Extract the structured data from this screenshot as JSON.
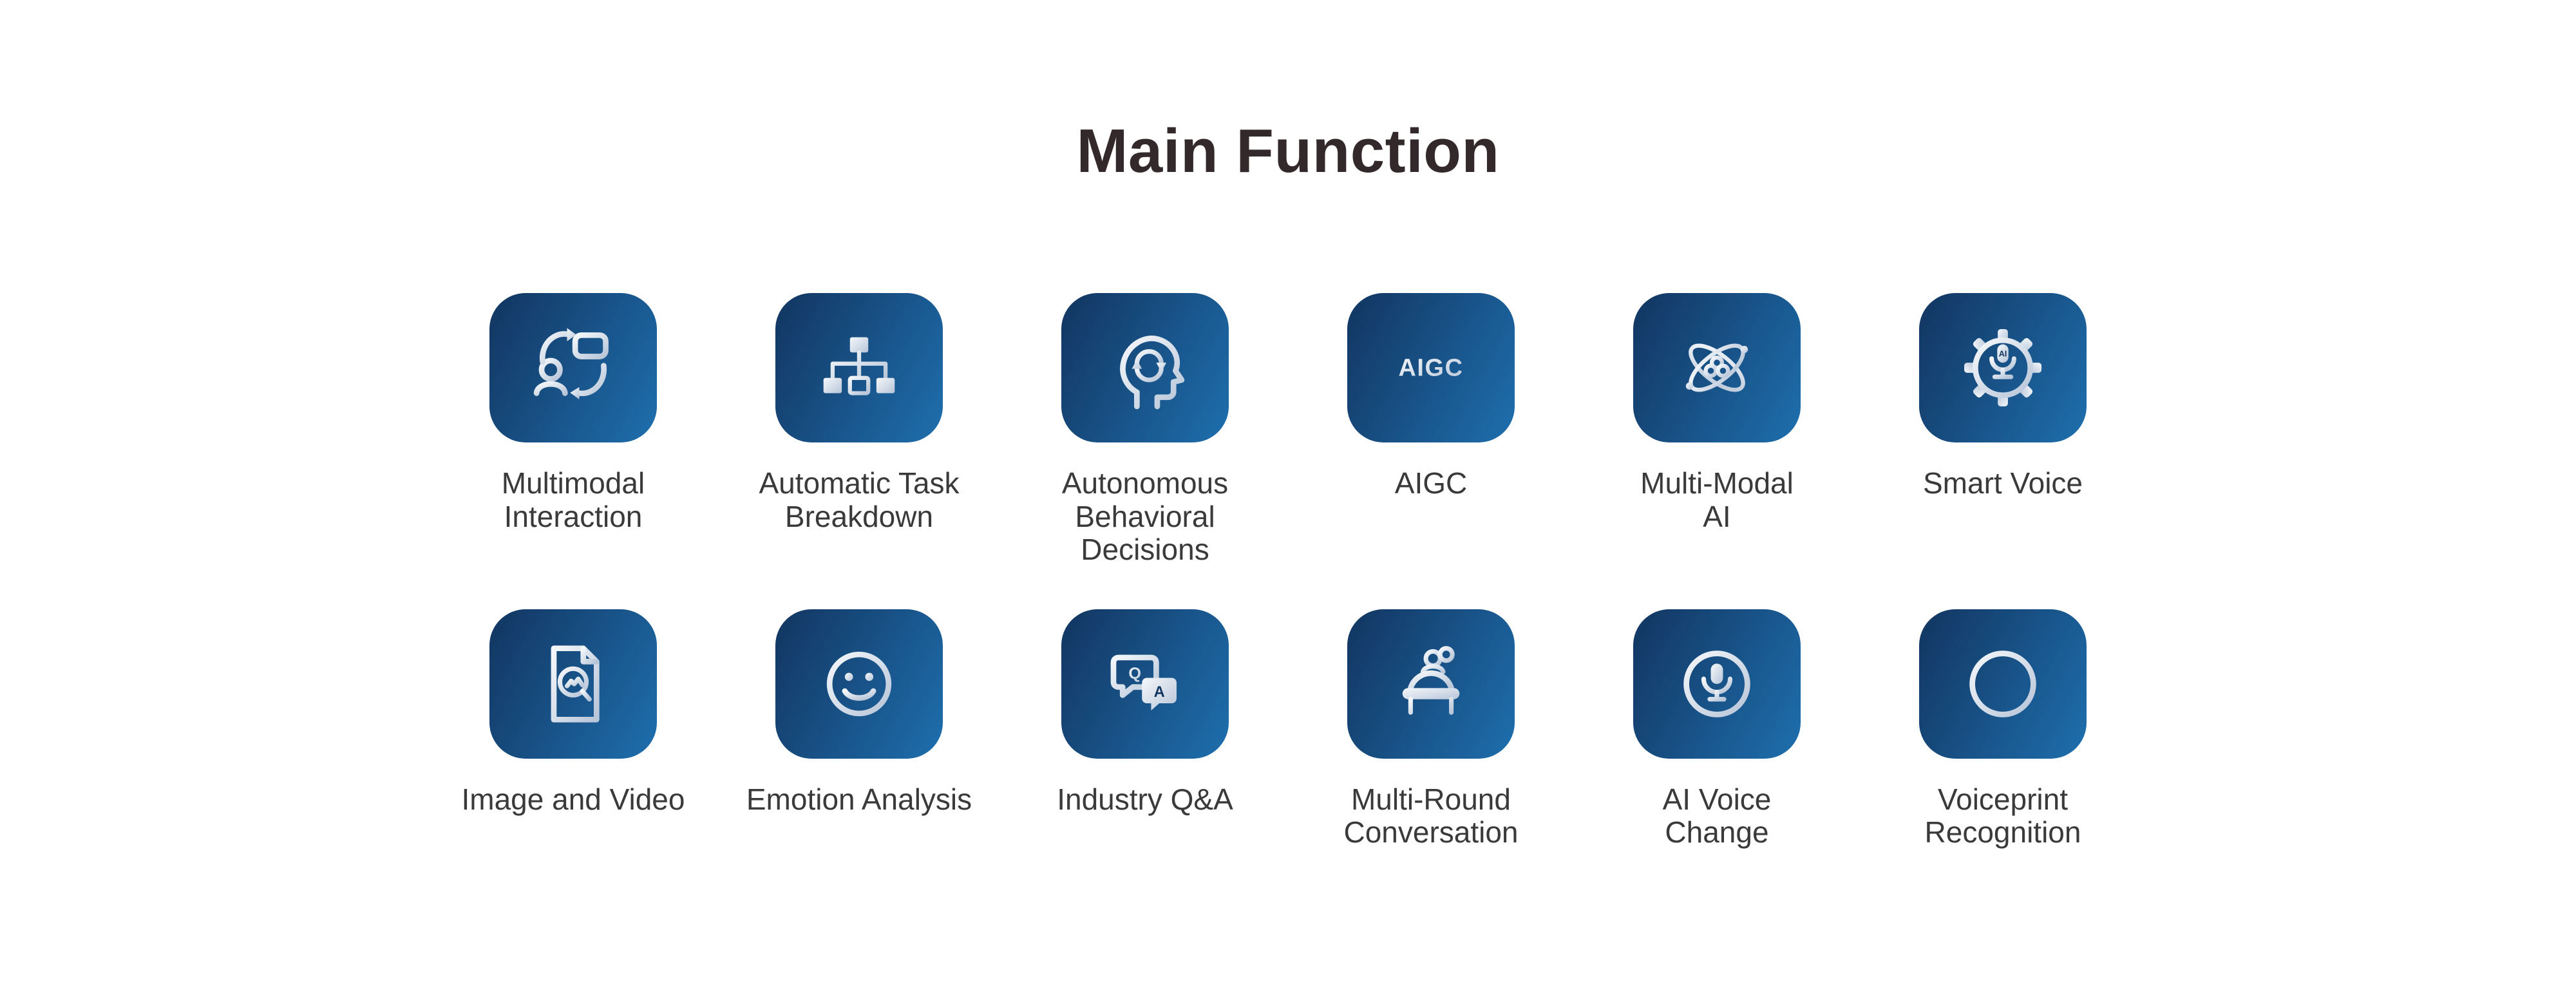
{
  "page": {
    "title": "Main Function"
  },
  "colors": {
    "background": "#ffffff",
    "title_color": "#33292a",
    "label_color": "#3a3a3a",
    "tile_gradient_start": "#123560",
    "tile_gradient_end": "#1e6fae",
    "icon_gradient_start": "#f5f8fb",
    "icon_gradient_end": "#b7c5d8"
  },
  "tiles": [
    {
      "label": "Multimodal\nInteraction",
      "icon": "multimodal-interaction-icon"
    },
    {
      "label": "Automatic Task\nBreakdown",
      "icon": "automatic-task-breakdown-icon"
    },
    {
      "label": "Autonomous\nBehavioral\nDecisions",
      "icon": "autonomous-behavioral-decisions-icon"
    },
    {
      "label": "AIGC",
      "icon": "aigc-text-icon",
      "icon_text": "AIGC"
    },
    {
      "label": "Multi-Modal\nAI",
      "icon": "multi-modal-ai-atom-icon"
    },
    {
      "label": "Smart Voice",
      "icon": "smart-voice-gear-mic-icon",
      "icon_text": "AI"
    },
    {
      "label": "Image and Video",
      "icon": "image-and-video-icon"
    },
    {
      "label": "Emotion Analysis",
      "icon": "emotion-analysis-smiley-icon"
    },
    {
      "label": "Industry Q&A",
      "icon": "industry-qa-chat-bubbles-icon",
      "icon_q": "Q",
      "icon_a": "A"
    },
    {
      "label": "Multi-Round\nConversation",
      "icon": "multi-round-conversation-icon"
    },
    {
      "label": "AI Voice\nChange",
      "icon": "ai-voice-change-mic-icon"
    },
    {
      "label": "Voiceprint\nRecognition",
      "icon": "voiceprint-recognition-wave-icon"
    }
  ]
}
